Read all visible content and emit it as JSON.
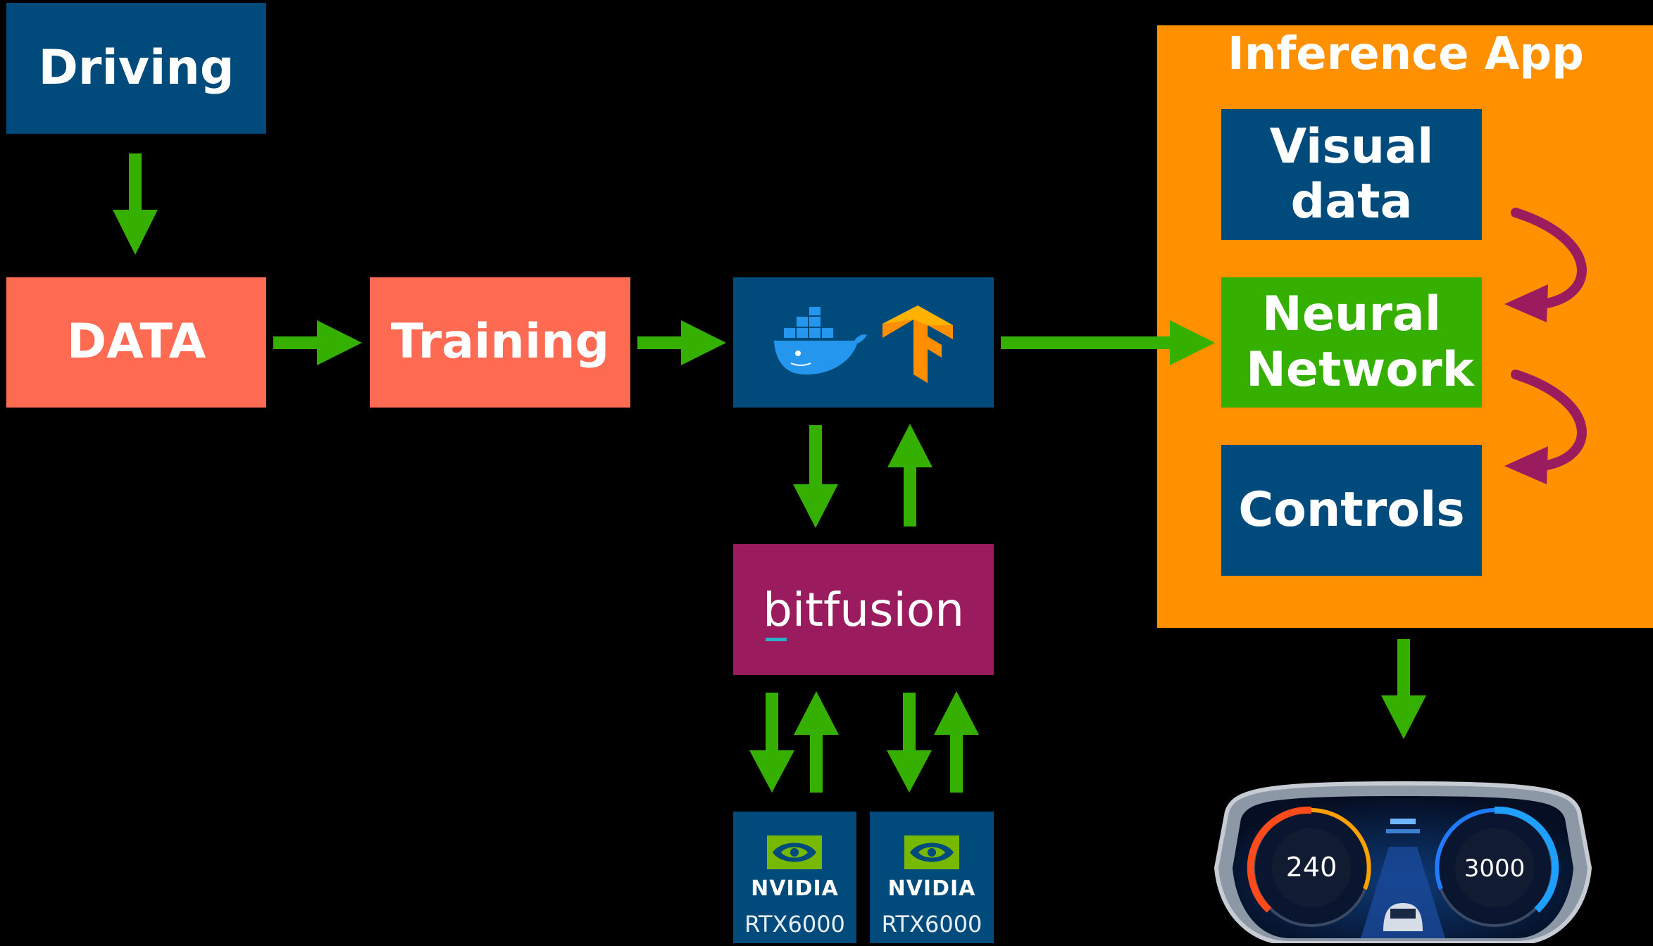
{
  "nodes": {
    "driving": "Driving",
    "data": "DATA",
    "training": "Training",
    "bitfusion": "bitfusion",
    "inference_app": "Inference App",
    "visual_data": "Visual data",
    "neural_network": "Neural Network",
    "controls": "Controls"
  },
  "gpus": [
    {
      "brand": "NVIDIA",
      "model": "RTX6000"
    },
    {
      "brand": "NVIDIA",
      "model": "RTX6000"
    }
  ],
  "dashboard": {
    "speed": "240",
    "rpm": "3000"
  },
  "icons": {
    "container": "docker-whale-icon",
    "framework": "tensorflow-icon",
    "gpu": "nvidia-eye-icon",
    "output": "car-dashboard-icon"
  },
  "colors": {
    "blue_box": "#004a7c",
    "salmon_box": "#ff6a52",
    "orange_box": "#ff9100",
    "green_box": "#35b000",
    "magenta_box": "#9b1b5f",
    "arrow_green": "#35b000",
    "arrow_purple": "#9b1b5f"
  }
}
